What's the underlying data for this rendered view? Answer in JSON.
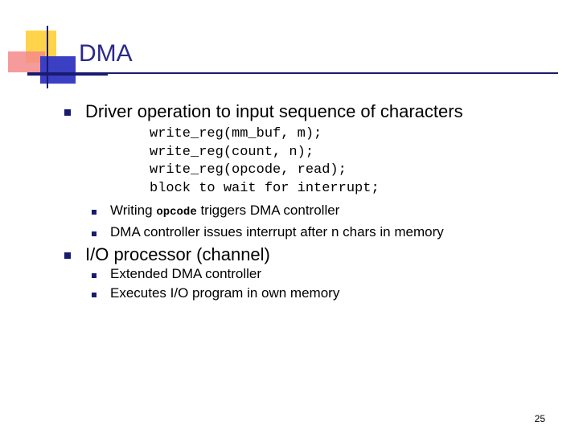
{
  "slide": {
    "title": "DMA",
    "page_number": "25"
  },
  "bullets": {
    "b1": "Driver operation to input sequence of characters",
    "code_lines": [
      "write_reg(mm_buf, m);",
      "write_reg(count, n);",
      "write_reg(opcode, read);",
      "block to wait for interrupt;"
    ],
    "b1_sub1_prefix": "Writing ",
    "b1_sub1_code": "opcode",
    "b1_sub1_suffix": " triggers DMA controller",
    "b1_sub2": "DMA controller issues interrupt after n chars in memory",
    "b2": "I/O processor (channel)",
    "b2_sub1": "Extended DMA controller",
    "b2_sub2": "Executes I/O program in own memory"
  }
}
